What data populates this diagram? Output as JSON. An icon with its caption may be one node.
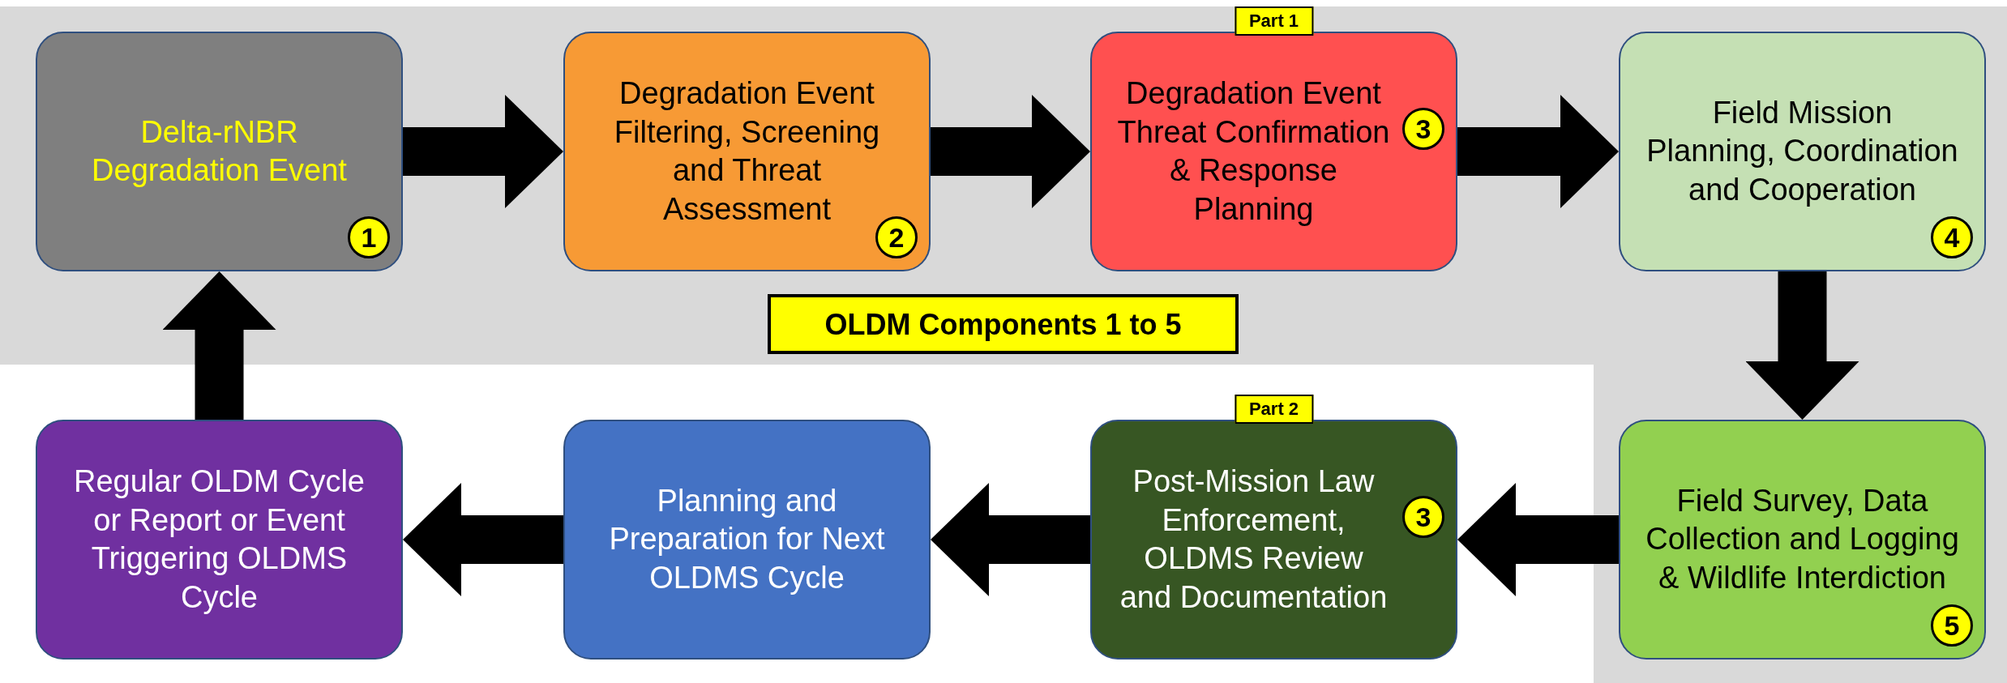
{
  "diagram": {
    "nodes": [
      {
        "text": [
          "Delta-rNBR Degradation Event",
          "1"
        ]
      },
      {
        "text": [
          "Degradation Event Filtering, Screening and Threat Assessment",
          "2"
        ]
      },
      {
        "text": [
          "Part 1",
          "Degradation Event Threat Confirmation & Response Planning",
          "3"
        ]
      },
      {
        "text": [
          "Field Mission Planning, Coordination and Cooperation",
          "4"
        ]
      },
      {
        "text": [
          "Field Survey, Data Collection and Logging & Wildlife Interdiction",
          "5"
        ]
      },
      {
        "text": [
          "Part 2",
          "Post-Mission Law Enforcement, OLDMS Review and Documentation",
          "3"
        ]
      },
      {
        "text": [
          "Planning and Preparation for Next OLDMS Cycle"
        ]
      },
      {
        "text": [
          "Regular OLDM Cycle or Report or Event Triggering OLDMS Cycle"
        ]
      },
      {
        "text": [
          "OLDM Components 1 to 5"
        ]
      }
    ],
    "edges": [
      {
        "from": 0,
        "to": 1,
        "arrow": "to"
      },
      {
        "from": 1,
        "to": 2,
        "arrow": "to"
      },
      {
        "from": 2,
        "to": 3,
        "arrow": "to"
      },
      {
        "from": 3,
        "to": 4,
        "arrow": "to"
      },
      {
        "from": 4,
        "to": 5,
        "arrow": "to"
      },
      {
        "from": 5,
        "to": 6,
        "arrow": "to"
      },
      {
        "from": 6,
        "to": 7,
        "arrow": "to"
      },
      {
        "from": 7,
        "to": 0,
        "arrow": "to"
      }
    ]
  }
}
